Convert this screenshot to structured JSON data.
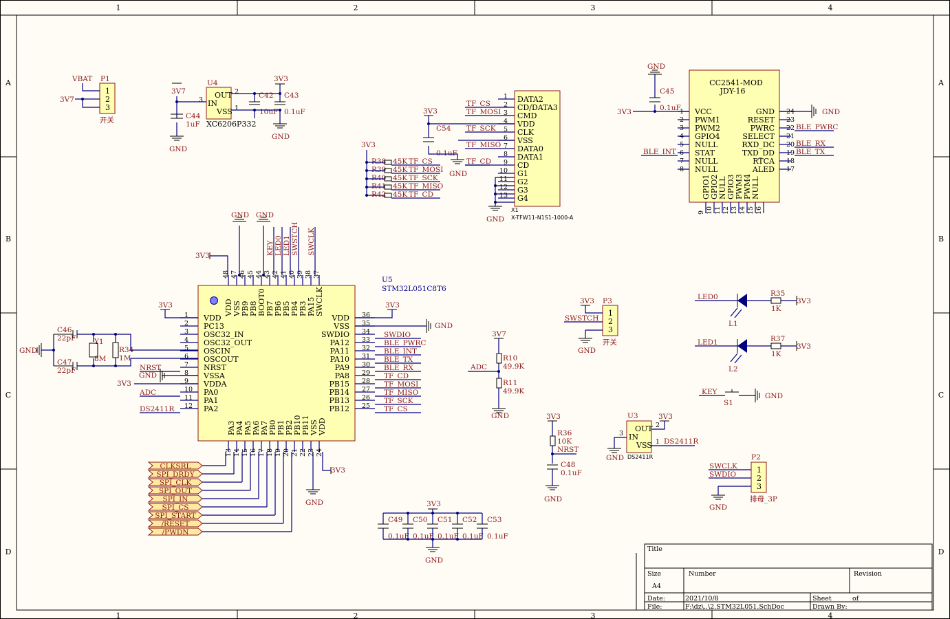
{
  "border": {
    "cols": [
      "1",
      "2",
      "3",
      "4"
    ],
    "rows": [
      "A",
      "B",
      "C",
      "D"
    ]
  },
  "title_block": {
    "title_label": "Title",
    "size_label": "Size",
    "size_value": "A4",
    "number_label": "Number",
    "revision_label": "Revision",
    "date_label": "Date:",
    "date_value": "2021/10/8",
    "sheet_label": "Sheet",
    "of_label": "of",
    "file_label": "File:",
    "file_value": "F:\\dz\\..\\2.STM32L051.SchDoc",
    "drawn_by_label": "Drawn By:"
  },
  "p1": {
    "ref": "P1",
    "vbat": "VBAT",
    "v37": "3V7",
    "pins": [
      "1",
      "2",
      "3"
    ],
    "name": "开关"
  },
  "u4": {
    "ref": "U4",
    "pin_out": "OUT",
    "pin_in": "IN",
    "pin_vss": "VSS",
    "part": "XC6206P332",
    "v37": "3V7",
    "v33": "3V3",
    "p1": "1",
    "p2": "2",
    "p3": "3",
    "c42": "C42",
    "c42v": "10uF",
    "c43": "C43",
    "c43v": "0.1uF",
    "c44": "C44",
    "c44v": "1uF",
    "gnd": "GND"
  },
  "x1": {
    "ref": "X1",
    "part": "X-TFW11-N1S1-1000-A",
    "v33": "3V3",
    "c54": "C54",
    "c54v": "0.1uF",
    "gnd": "GND",
    "pins": [
      {
        "num": "1",
        "name": "DATA2",
        "net": ""
      },
      {
        "num": "2",
        "name": "CD/DATA3",
        "net": "TF_CS"
      },
      {
        "num": "3",
        "name": "CMD",
        "net": "TF_MOSI"
      },
      {
        "num": "4",
        "name": "VDD",
        "net": ""
      },
      {
        "num": "5",
        "name": "CLK",
        "net": "TF_SCK"
      },
      {
        "num": "6",
        "name": "VSS",
        "net": ""
      },
      {
        "num": "7",
        "name": "DATA0",
        "net": "TF_MISO"
      },
      {
        "num": "8",
        "name": "DATA1",
        "net": ""
      },
      {
        "num": "9",
        "name": "CD",
        "net": "TF_CD"
      },
      {
        "num": "10",
        "name": "G1",
        "net": ""
      },
      {
        "num": "11",
        "name": "G2",
        "net": ""
      },
      {
        "num": "12",
        "name": "G3",
        "net": ""
      },
      {
        "num": "13",
        "name": "G4",
        "net": ""
      }
    ]
  },
  "pullups": {
    "v33": "3V3",
    "rows": [
      {
        "ref": "R38",
        "value": "45K",
        "net": "TF_CS"
      },
      {
        "ref": "R39",
        "value": "45K",
        "net": "TF_MOSI"
      },
      {
        "ref": "R40",
        "value": "45K",
        "net": "TF_SCK"
      },
      {
        "ref": "R41",
        "value": "45K",
        "net": "TF_MISO"
      },
      {
        "ref": "R42",
        "value": "45K",
        "net": "TF_CD"
      }
    ]
  },
  "ble": {
    "title": "CC2541-MOD",
    "subtitle": "JDY-16",
    "gnd": "GND",
    "v33": "3V3",
    "c45": "C45",
    "c45v": "0.1uF",
    "left": [
      {
        "num": "1",
        "name": "VCC",
        "net": ""
      },
      {
        "num": "2",
        "name": "PWM1",
        "net": ""
      },
      {
        "num": "3",
        "name": "PWM2",
        "net": ""
      },
      {
        "num": "4",
        "name": "GPIO4",
        "net": ""
      },
      {
        "num": "5",
        "name": "NULL",
        "net": ""
      },
      {
        "num": "6",
        "name": "STAT",
        "net": "BLE_INT"
      },
      {
        "num": "7",
        "name": "NULL",
        "net": ""
      },
      {
        "num": "8",
        "name": "NULL",
        "net": ""
      }
    ],
    "right": [
      {
        "num": "24",
        "name": "GND",
        "net": ""
      },
      {
        "num": "23",
        "name": "RESET",
        "net": ""
      },
      {
        "num": "22",
        "name": "PWRC",
        "net": "BLE_PWRC"
      },
      {
        "num": "21",
        "name": "SELECT",
        "net": ""
      },
      {
        "num": "20",
        "name": "RXD_DC",
        "net": "BLE_RX"
      },
      {
        "num": "19",
        "name": "TXD_DD",
        "net": "BLE_TX"
      },
      {
        "num": "18",
        "name": "RTCA",
        "net": ""
      },
      {
        "num": "17",
        "name": "ALED",
        "net": ""
      }
    ],
    "bottom": [
      {
        "num": "9",
        "name": "GPIO1"
      },
      {
        "num": "10",
        "name": "GPIO2"
      },
      {
        "num": "11",
        "name": "NULL"
      },
      {
        "num": "12",
        "name": "GPIO3"
      },
      {
        "num": "13",
        "name": "PWM3"
      },
      {
        "num": "14",
        "name": "PWM4"
      },
      {
        "num": "15",
        "name": "NULL"
      },
      {
        "num": "16",
        "name": ""
      }
    ]
  },
  "u5": {
    "ref": "U5",
    "part": "STM32L051C8T6",
    "gnd": "GND",
    "v33": "3V3",
    "left": [
      {
        "num": "1",
        "name": "VDD",
        "net": ""
      },
      {
        "num": "2",
        "name": "PC13",
        "net": ""
      },
      {
        "num": "3",
        "name": "OSC32_IN",
        "net": ""
      },
      {
        "num": "4",
        "name": "OSC32_OUT",
        "net": ""
      },
      {
        "num": "5",
        "name": "OSCIN",
        "net": ""
      },
      {
        "num": "6",
        "name": "OSCOUT",
        "net": ""
      },
      {
        "num": "7",
        "name": "NRST",
        "net": "NRST"
      },
      {
        "num": "8",
        "name": "VSSA",
        "net": ""
      },
      {
        "num": "9",
        "name": "VDDA",
        "net": ""
      },
      {
        "num": "10",
        "name": "PA0",
        "net": "ADC"
      },
      {
        "num": "11",
        "name": "PA1",
        "net": ""
      },
      {
        "num": "12",
        "name": "PA2",
        "net": "DS2411R"
      }
    ],
    "right": [
      {
        "num": "36",
        "name": "VDD",
        "net": ""
      },
      {
        "num": "35",
        "name": "VSS",
        "net": ""
      },
      {
        "num": "34",
        "name": "SWDIO",
        "net": "SWDIO"
      },
      {
        "num": "33",
        "name": "PA12",
        "net": "BLE_PWRC"
      },
      {
        "num": "32",
        "name": "PA11",
        "net": "BLE_INT"
      },
      {
        "num": "31",
        "name": "PA10",
        "net": "BLE_TX"
      },
      {
        "num": "30",
        "name": "PA9",
        "net": "BLE_RX"
      },
      {
        "num": "29",
        "name": "PA8",
        "net": "TF_CD"
      },
      {
        "num": "28",
        "name": "PB15",
        "net": "TF_MOSI"
      },
      {
        "num": "27",
        "name": "PB14",
        "net": "TF_MISO"
      },
      {
        "num": "26",
        "name": "PB13",
        "net": "TF_SCK"
      },
      {
        "num": "25",
        "name": "PB12",
        "net": "TF_CS"
      }
    ],
    "top": [
      {
        "num": "48",
        "name": "VDD",
        "net": ""
      },
      {
        "num": "47",
        "name": "VSS",
        "net": ""
      },
      {
        "num": "46",
        "name": "PB9",
        "net": ""
      },
      {
        "num": "45",
        "name": "PB8",
        "net": ""
      },
      {
        "num": "44",
        "name": "BOOT0",
        "net": ""
      },
      {
        "num": "43",
        "name": "PB7",
        "net": "KEY"
      },
      {
        "num": "42",
        "name": "PB6",
        "net": "LED0"
      },
      {
        "num": "41",
        "name": "PB5",
        "net": "LED1"
      },
      {
        "num": "40",
        "name": "PB4",
        "net": "SWSTCH"
      },
      {
        "num": "39",
        "name": "PB3",
        "net": ""
      },
      {
        "num": "38",
        "name": "PA15",
        "net": "SWCLK"
      },
      {
        "num": "37",
        "name": "SWCLK",
        "net": ""
      }
    ],
    "bottom": [
      {
        "num": "13",
        "name": "PA3"
      },
      {
        "num": "14",
        "name": "PA4"
      },
      {
        "num": "15",
        "name": "PA5"
      },
      {
        "num": "16",
        "name": "PA6"
      },
      {
        "num": "17",
        "name": "PA7"
      },
      {
        "num": "18",
        "name": "PB0"
      },
      {
        "num": "19",
        "name": "PB1"
      },
      {
        "num": "20",
        "name": "PB2"
      },
      {
        "num": "21",
        "name": "PB10"
      },
      {
        "num": "22",
        "name": "PB11"
      },
      {
        "num": "23",
        "name": "VSS"
      },
      {
        "num": "24",
        "name": "VDD"
      }
    ]
  },
  "xtal": {
    "c46": "C46",
    "c46v": "22pF",
    "c47": "C47",
    "c47v": "22pF",
    "y1": "Y1",
    "y1v": "8M",
    "r34": "R34",
    "r34v": "1M",
    "gnd": "GND"
  },
  "spi_flags": [
    "CLKSRL",
    "SPI_DRDY",
    "SPI_CLK",
    "SPI_OUT",
    "SPI_IN",
    "SPI_CS",
    "SPI_START",
    "/RESET",
    "/PWDN"
  ],
  "decap": {
    "v33": "3V3",
    "gnd": "GND",
    "caps": [
      {
        "ref": "C49",
        "value": "0.1uF"
      },
      {
        "ref": "C50",
        "value": "0.1uF"
      },
      {
        "ref": "C51",
        "value": "0.1uF"
      },
      {
        "ref": "C52",
        "value": "0.1uF"
      },
      {
        "ref": "C53",
        "value": "0.1uF"
      }
    ]
  },
  "divider": {
    "v37": "3V7",
    "r10": "R10",
    "r10v": "49.9K",
    "r11": "R11",
    "r11v": "49.9K",
    "adc": "ADC",
    "gnd": "GND"
  },
  "resetrc": {
    "v33": "3V3",
    "r36": "R36",
    "r36v": "10K",
    "nrst": "NRST",
    "c48": "C48",
    "c48v": "0.1uF",
    "gnd": "GND"
  },
  "u3": {
    "ref": "U3",
    "pin_out": "OUT",
    "pin_in": "IN",
    "pin_vss": "VSS",
    "part": "DS2411R",
    "v33": "3V3",
    "net": "DS2411R",
    "p1": "1",
    "p2": "2",
    "p3": "3",
    "gnd": "GND"
  },
  "p3": {
    "ref": "P3",
    "v33": "3V3",
    "pins": [
      "1",
      "2",
      "3"
    ],
    "name": "开关",
    "net": "SWSTCH",
    "gnd": "GND"
  },
  "leds": {
    "l0net": "LED0",
    "r35": "R35",
    "r35v": "1K",
    "v33": "3V3",
    "l1": "L1",
    "l1net": "LED1",
    "r37": "R37",
    "r37v": "1K",
    "l2": "L2"
  },
  "key": {
    "net": "KEY",
    "ref": "S1",
    "gnd": "GND"
  },
  "p2": {
    "ref": "P2",
    "pins": [
      "1",
      "2",
      "3"
    ],
    "name": "排母_3P",
    "net1": "SWCLK",
    "net2": "SWDIO",
    "gnd": "GND"
  }
}
